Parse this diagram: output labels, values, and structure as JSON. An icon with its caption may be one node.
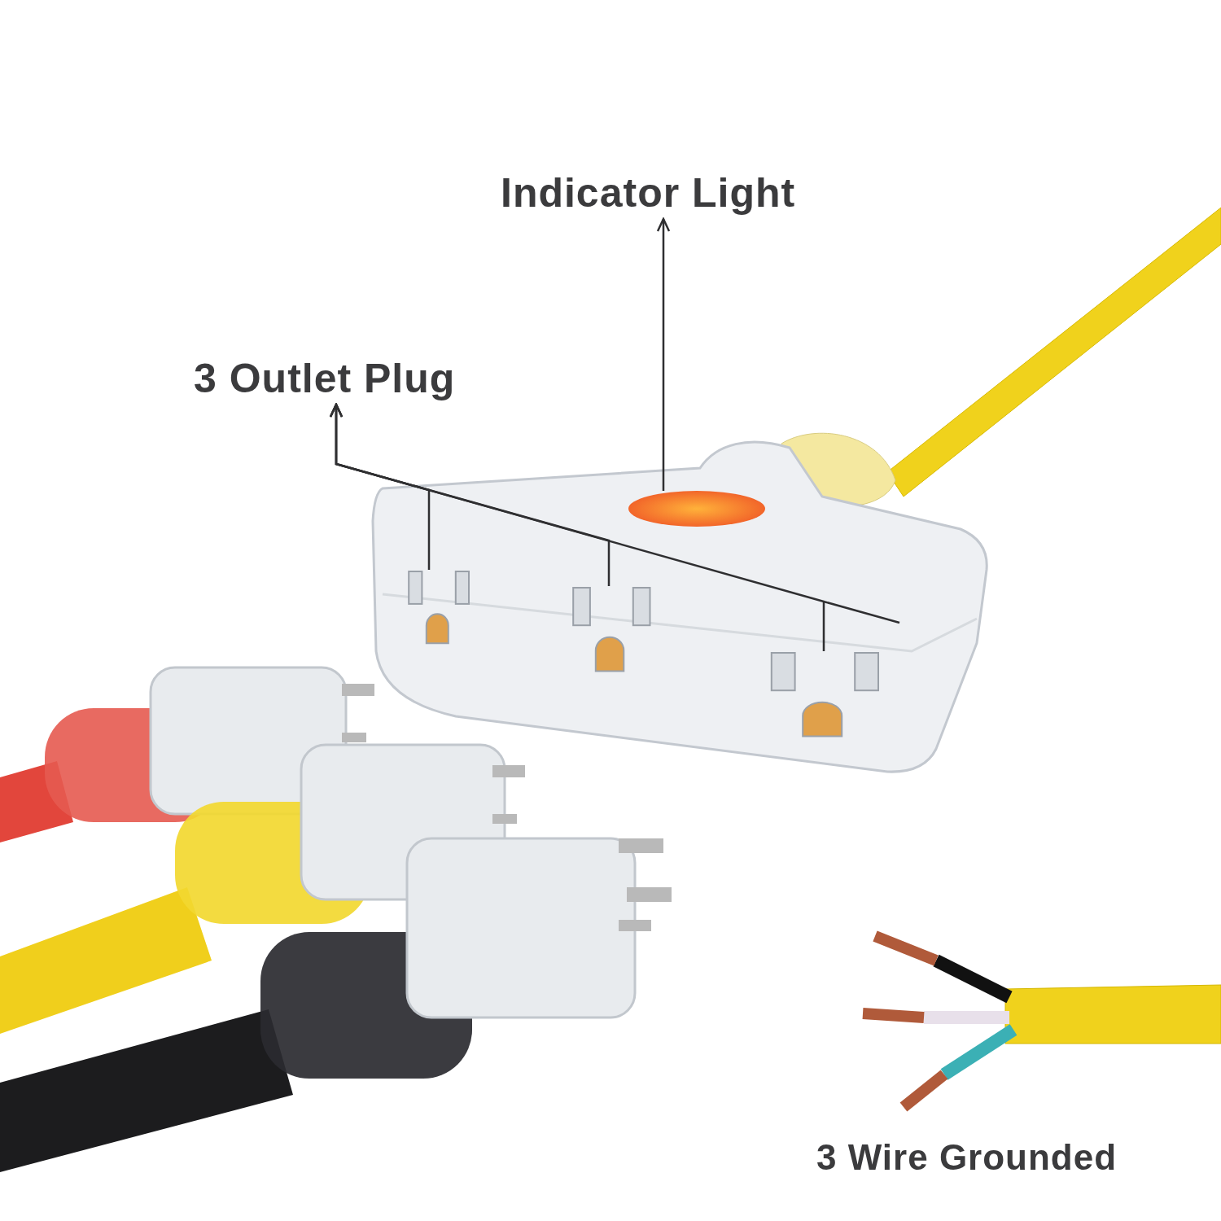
{
  "diagram": {
    "nodes": [
      {
        "text": [
          "Indicator Light"
        ]
      },
      {
        "text": [],
        "shape": "picture"
      },
      {
        "text": [
          "3 Outlet Plug"
        ]
      },
      {
        "text": [],
        "shape": "picture"
      },
      {
        "text": [],
        "shape": "picture"
      },
      {
        "text": [],
        "shape": "picture"
      }
    ],
    "edges": [
      {
        "from": 1,
        "to": 0,
        "arrow": "to"
      },
      {
        "from": 3,
        "to": 2,
        "arrow": "to"
      },
      {
        "from": 4,
        "to": 2,
        "arrow": "to"
      },
      {
        "from": 5,
        "to": 2,
        "arrow": "to"
      }
    ],
    "labels": [
      "3 Wire Grounded"
    ]
  }
}
